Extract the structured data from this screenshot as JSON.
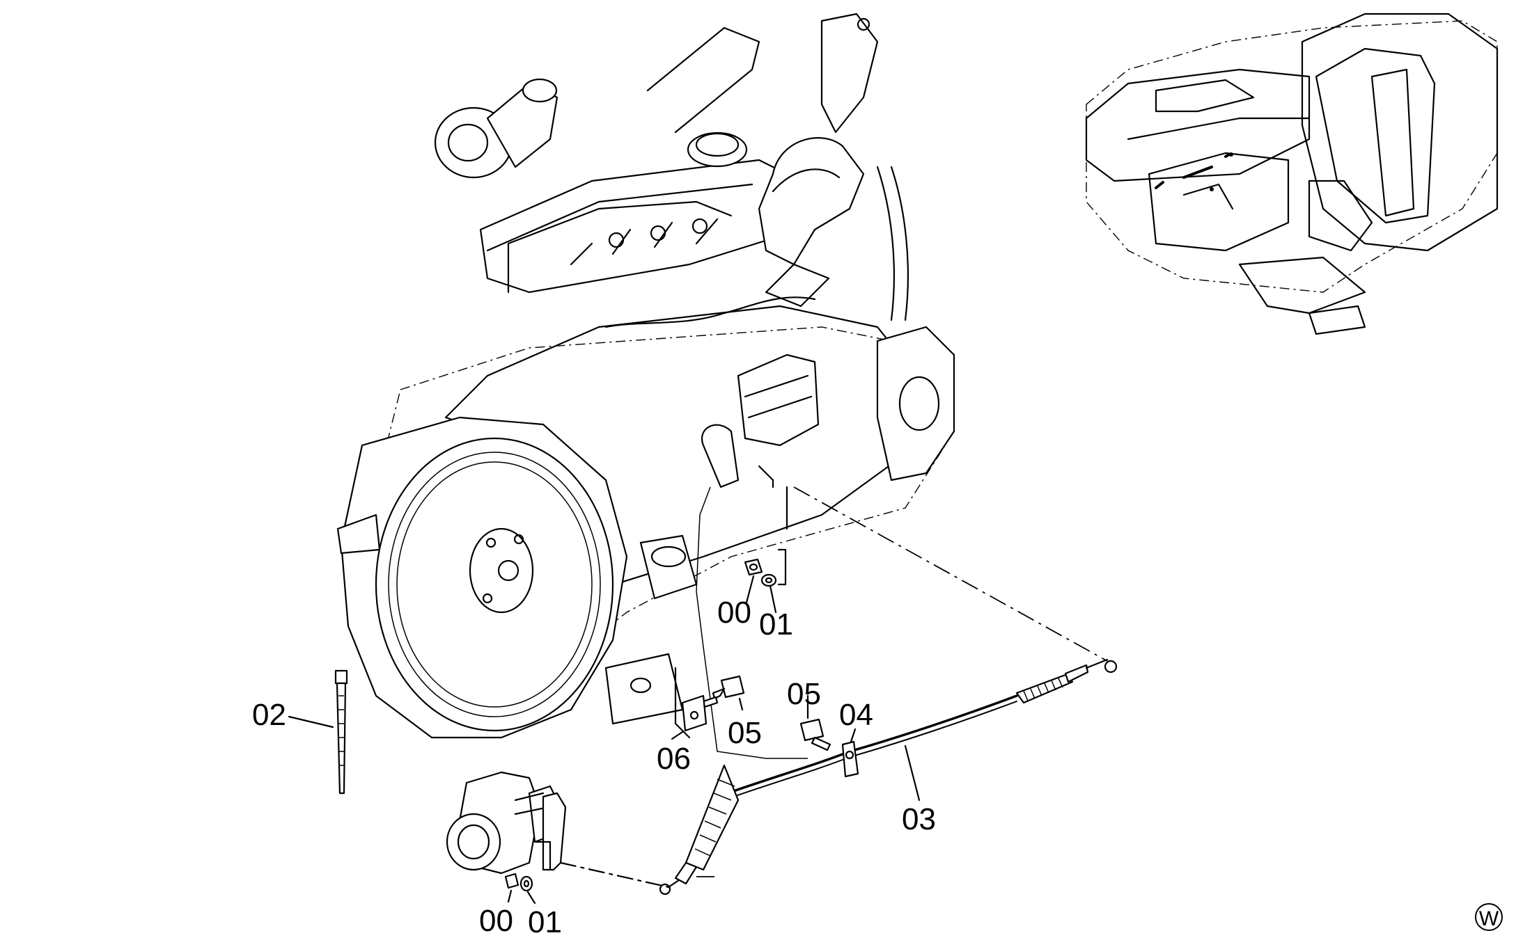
{
  "labels": {
    "p00_top": "00",
    "p01_top": "01",
    "p02": "02",
    "p03": "03",
    "p04": "04",
    "p05_a": "05",
    "p05_b": "05",
    "p06": "06",
    "p00_bottom": "00",
    "p01_bottom": "01"
  },
  "view_mark": "W"
}
